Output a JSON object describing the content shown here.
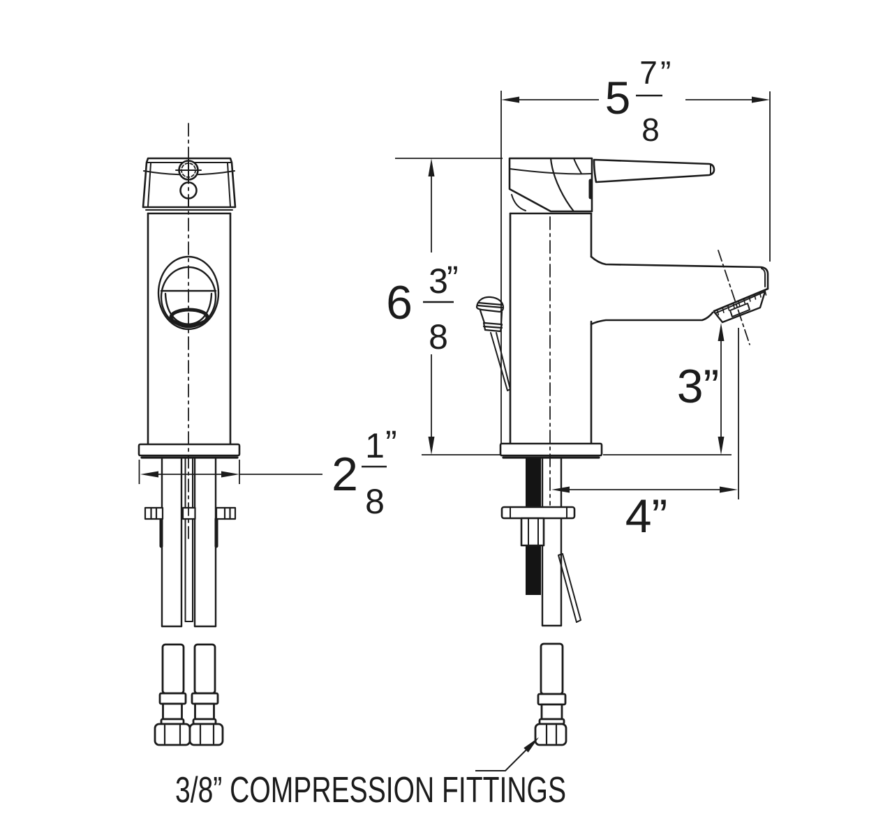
{
  "drawing": {
    "type": "faucet-installation-dimension-diagram",
    "colors": {
      "ink": "#1b1b1b",
      "background": "#ffffff"
    },
    "dimensions": {
      "overall_width": {
        "whole": "5",
        "numerator": "7",
        "denominator": "8",
        "unit": "”"
      },
      "overall_height": {
        "whole": "6",
        "numerator": "3",
        "denominator": "8",
        "unit": "”"
      },
      "spout_height": {
        "label": "3”"
      },
      "spout_reach": {
        "label": "4”"
      },
      "base_width": {
        "whole": "2",
        "numerator": "1",
        "denominator": "8",
        "unit": "”"
      }
    },
    "annotations": {
      "fittings_note": "3/8” COMPRESSION FITTINGS"
    }
  }
}
